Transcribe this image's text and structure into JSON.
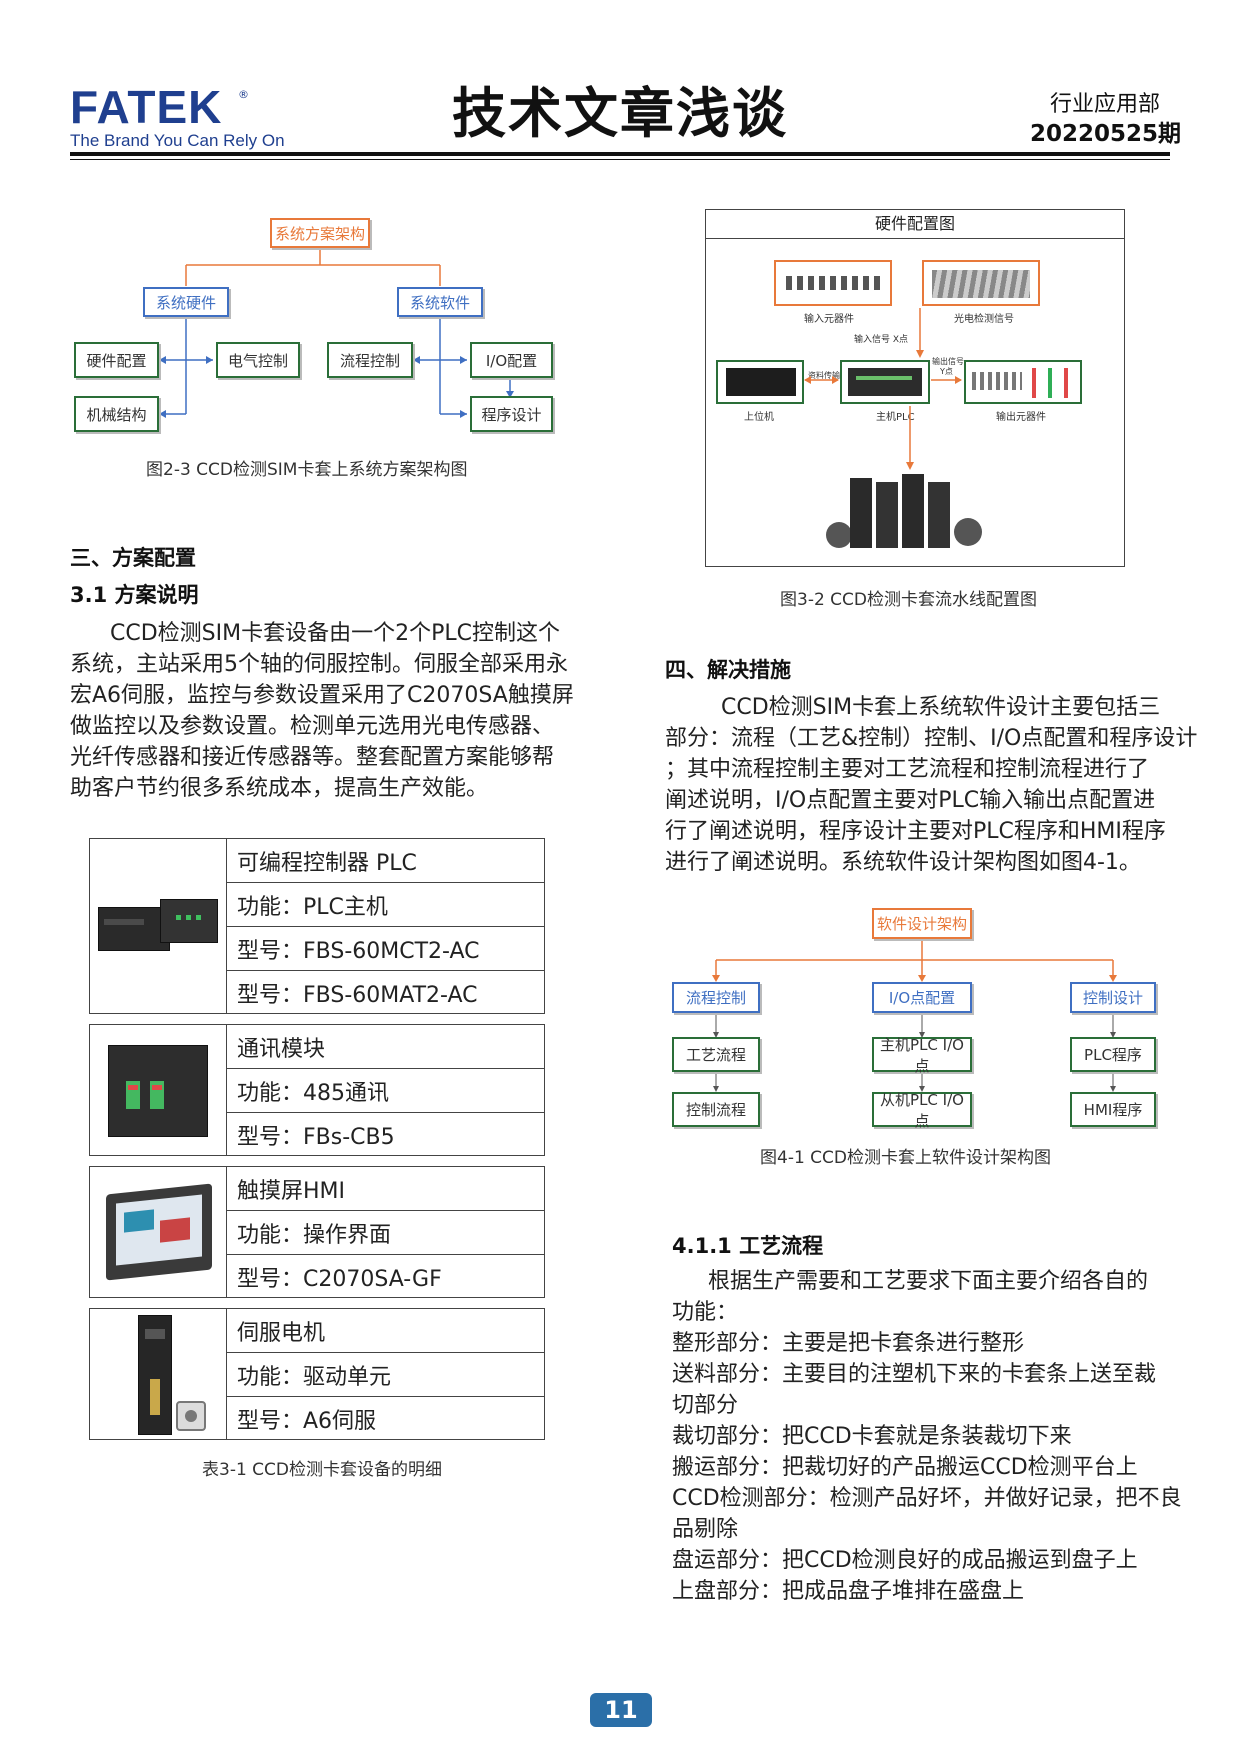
{
  "header": {
    "logo": "FATEK",
    "logo_mark": "®",
    "tagline": "The Brand You Can Rely On",
    "title": "技术文章浅谈",
    "department": "行业应用部",
    "issue": "20220525期"
  },
  "fig23": {
    "root": "系统方案架构",
    "hardware": "系统硬件",
    "software": "系统软件",
    "hw_config": "硬件配置",
    "electrical": "电气控制",
    "mechanical": "机械结构",
    "flow_control": "流程控制",
    "io_config": "I/O配置",
    "programming": "程序设计",
    "caption": "图2-3 CCD检测SIM卡套上系统方案架构图"
  },
  "section3": {
    "heading": "三、方案配置",
    "sub_heading": "3.1 方案说明",
    "lines": [
      "CCD检测SIM卡套设备由一个2个PLC控制这个",
      "系统，主站采用5个轴的伺服控制。伺服全部采用永",
      "宏A6伺服，监控与参数设置采用了C2070SA触摸屏",
      "做监控以及参数设置。检测单元选用光电传感器、",
      "光纤传感器和接近传感器等。整套配置方案能够帮",
      "助客户节约很多系统成本，提高生产效能。"
    ]
  },
  "table31": {
    "groups": [
      {
        "rows": [
          "可编程控制器 PLC",
          "功能：PLC主机",
          "型号：FBS-60MCT2-AC",
          "型号：FBS-60MAT2-AC"
        ]
      },
      {
        "rows": [
          "通讯模块",
          "功能：485通讯",
          "型号：FBs-CB5"
        ]
      },
      {
        "rows": [
          "触摸屏HMI",
          "功能：操作界面",
          "型号：C2070SA-GF"
        ]
      },
      {
        "rows": [
          "伺服电机",
          "功能：驱动单元",
          "型号：A6伺服"
        ]
      }
    ],
    "caption": "表3-1 CCD检测卡套设备的明细"
  },
  "fig32": {
    "title": "硬件配置图",
    "input_components": "输入元器件",
    "photo_signal": "光电检测信号",
    "input_signal": "输入信号 X点",
    "data_transfer": "资料传输",
    "output_signal": "输出信号",
    "output_y": "Y点",
    "host": "上位机",
    "main_plc": "主机PLC",
    "output_components": "输出元器件",
    "caption": "图3-2 CCD检测卡套流水线配置图"
  },
  "section4": {
    "heading": "四、解决措施",
    "lines": [
      "CCD检测SIM卡套上系统软件设计主要包括三",
      "部分：流程（工艺&控制）控制、I/O点配置和程序设计",
      "；其中流程控制主要对工艺流程和控制流程进行了",
      "阐述说明，I/O点配置主要对PLC输入输出点配置进",
      "行了阐述说明，程序设计主要对PLC程序和HMI程序",
      "进行了阐述说明。系统软件设计架构图如图4-1。"
    ]
  },
  "fig41": {
    "root": "软件设计架构",
    "flow_control": "流程控制",
    "io_config": "I/O点配置",
    "control_design": "控制设计",
    "process_flow": "工艺流程",
    "control_flow": "控制流程",
    "master_io": "主机PLC I/O点",
    "slave_io": "从机PLC I/O点",
    "plc_program": "PLC程序",
    "hmi_program": "HMI程序",
    "caption": "图4-1 CCD检测卡套上软件设计架构图"
  },
  "section411": {
    "heading": "4.1.1 工艺流程",
    "lines": [
      "根据生产需要和工艺要求下面主要介绍各自的",
      "功能：",
      "整形部分：主要是把卡套条进行整形",
      "送料部分：主要目的注塑机下来的卡套条上送至裁",
      "切部分",
      "裁切部分：把CCD卡套就是条装裁切下来",
      "搬运部分：把裁切好的产品搬运CCD检测平台上",
      "CCD检测部分：检测产品好坏，并做好记录，把不良",
      "品剔除",
      "盘运部分：把CCD检测良好的成品搬运到盘子上",
      "上盘部分：把成品盘子堆排在盛盘上"
    ]
  },
  "footer": {
    "page": "11"
  }
}
